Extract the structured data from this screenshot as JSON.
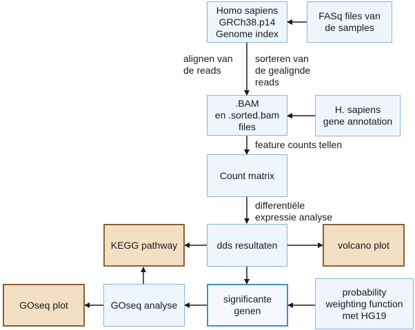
{
  "nodes": {
    "genome_index": "Homo sapiens\nGRCh38.p14\nGenome index",
    "fasq_files": "FASq files van\nde samples",
    "bam_files": ".BAM\nen .sorted.bam\nfiles",
    "gene_annotation": "H. sapiens\ngene annotation",
    "count_matrix": "Count matrix",
    "dds_results": "dds resultaten",
    "kegg_pathway": "KEGG pathway",
    "volcano_plot": "volcano plot",
    "significant_genes": "significante\ngenen",
    "goseq_analysis": "GOseq analyse",
    "goseq_plot": "GOseq plot",
    "pwf": "probability\nweighting function\nmet HG19"
  },
  "edge_labels": {
    "align": "alignen van\nde reads",
    "sort": "sorteren van\nde gealignde\nreads",
    "feature_counts": "feature counts tellen",
    "differential": "differentiële\nexpressie analyse"
  },
  "colors": {
    "box_border": "#8ab4dc",
    "box_fill": "#eef5fd",
    "highlight_border": "#3e8ed6",
    "output_border": "#8b5e34",
    "output_fill": "#f3dfc4",
    "arrow": "#1a1a1a"
  }
}
